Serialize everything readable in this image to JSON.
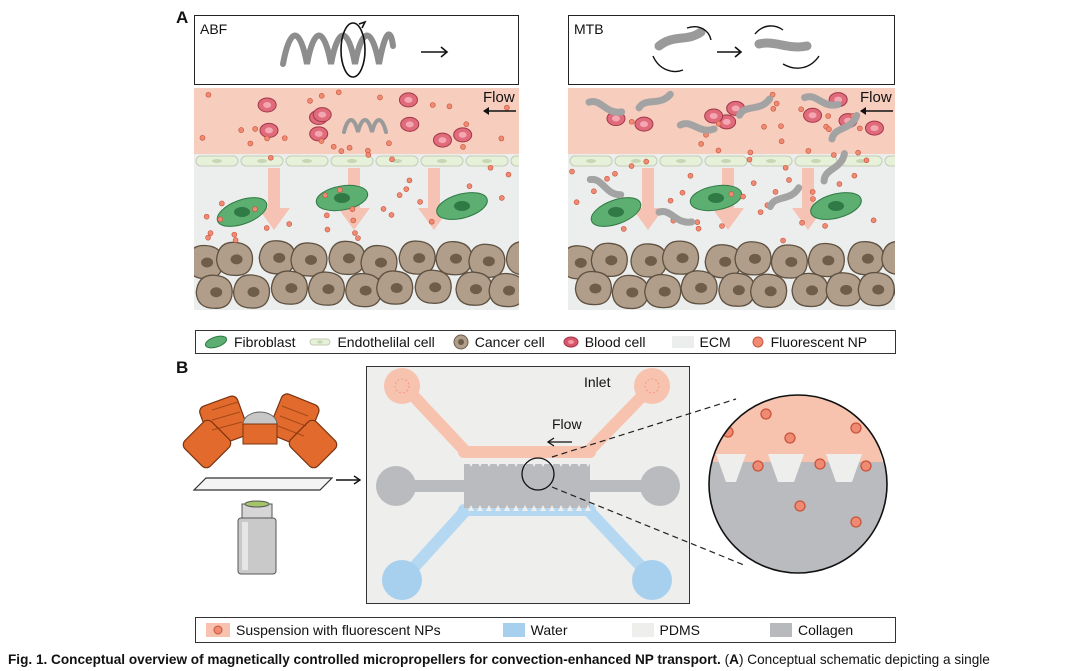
{
  "panel_a": {
    "letter": "A",
    "abf_label": "ABF",
    "mtb_label": "MTB",
    "flow_left": "Flow",
    "flow_right": "Flow"
  },
  "legend_a": {
    "items": [
      "Fibroblast",
      "Endothelilal cell",
      "Cancer cell",
      "Blood cell",
      "ECM",
      "Fluorescent NP"
    ]
  },
  "panel_b": {
    "letter": "B",
    "inlet": "Inlet",
    "flow": "Flow"
  },
  "legend_b": {
    "items": [
      "Suspension with fluorescent NPs",
      "Water",
      "PDMS",
      "Collagen"
    ]
  },
  "caption": {
    "bold": "Fig. 1. Conceptual overview of magnetically controlled micropropellers for convection-enhanced NP transport.",
    "rest_prefix": " (",
    "panel_ref": "A",
    "rest": ") Conceptual schematic depicting a single"
  },
  "colors": {
    "blood_layer": "#f7cdbd",
    "ecm": "#eceeee",
    "endothelial": "#e7f0d8",
    "fibroblast": "#5cae71",
    "cancer": "#9a8a77",
    "np": "#ef8b73",
    "water": "#a7d0ef",
    "pdms_panel": "#eeeeed",
    "collagen": "#b7b9bd"
  }
}
